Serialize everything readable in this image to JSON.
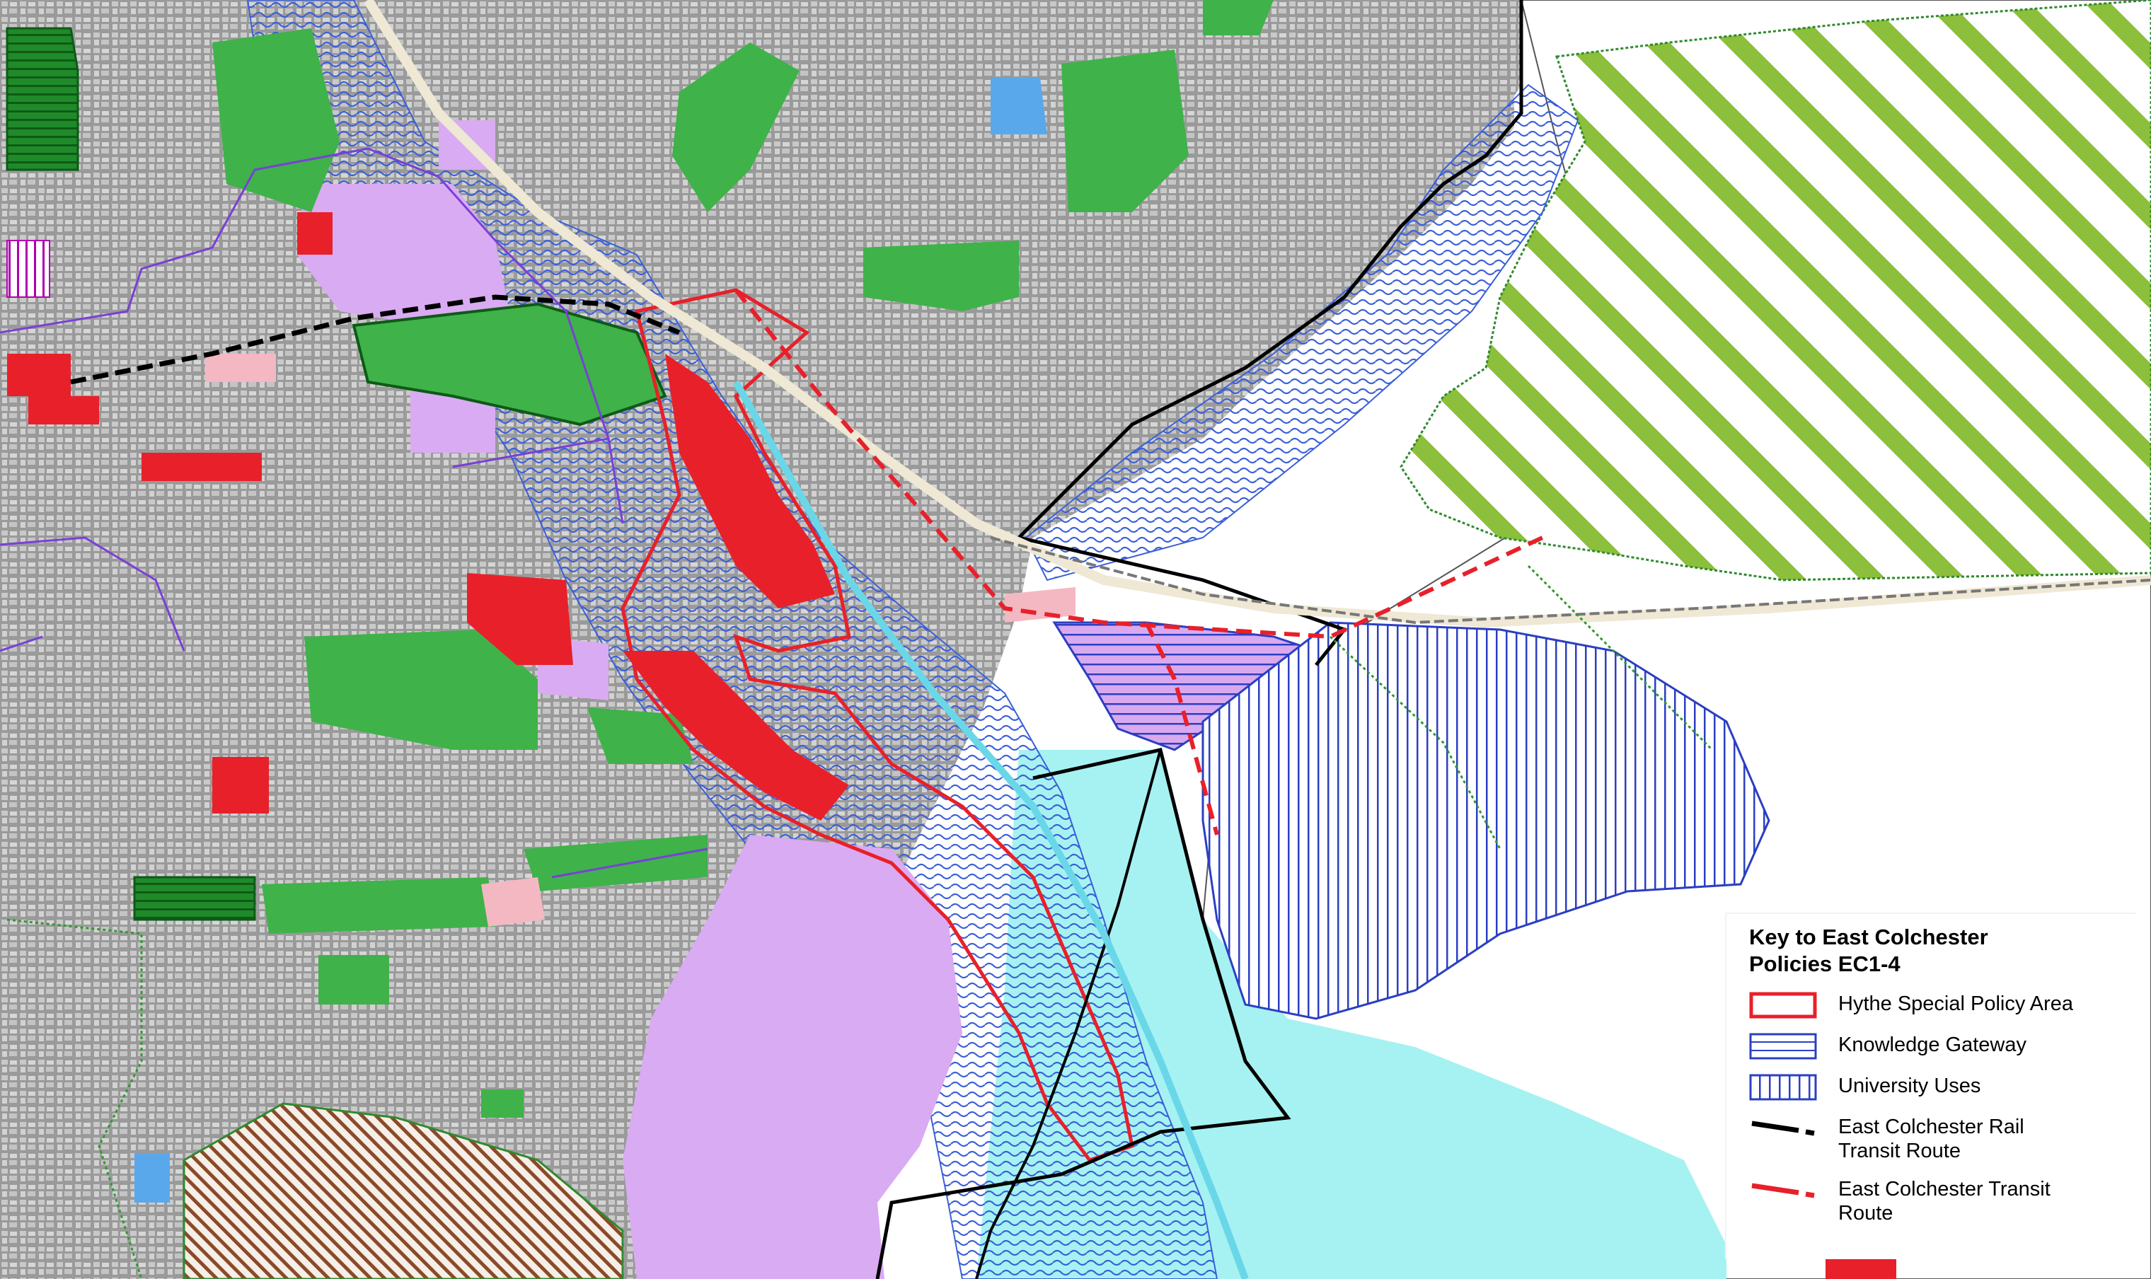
{
  "legend": {
    "title_line1": "Key to East Colchester",
    "title_line2": "Policies EC1-4",
    "items": [
      {
        "label": "Hythe Special Policy Area",
        "symbol": "red-outline-box"
      },
      {
        "label": "Knowledge Gateway",
        "symbol": "blue-horizontal-hatch-box"
      },
      {
        "label": "University Uses",
        "symbol": "blue-vertical-hatch-box"
      },
      {
        "label_line1": "East Colchester Rail",
        "label_line2": "Transit Route",
        "symbol": "black-dashed-line"
      },
      {
        "label_line1": "East Colchester Transit",
        "label_line2": "Route",
        "symbol": "red-dashed-line"
      }
    ]
  },
  "colors": {
    "hythe_special_policy_area": "#e8202a",
    "knowledge_gateway": "#2b3fc2",
    "university_uses": "#2b3fc2",
    "rail_transit_route": "#000000",
    "transit_route": "#e8202a",
    "open_space_green": "#3fb24a",
    "dark_green": "#1f8a2a",
    "lavender": "#d9a9f0",
    "flood_cyan": "#9cf0f0",
    "flood_blue_hatch": "#3a5fd8",
    "olive_hatch": "#8cbf3c",
    "brown_hatch": "#8a4a2a",
    "pink": "#f4b8c2",
    "built_grey": "#8a8a8a"
  }
}
